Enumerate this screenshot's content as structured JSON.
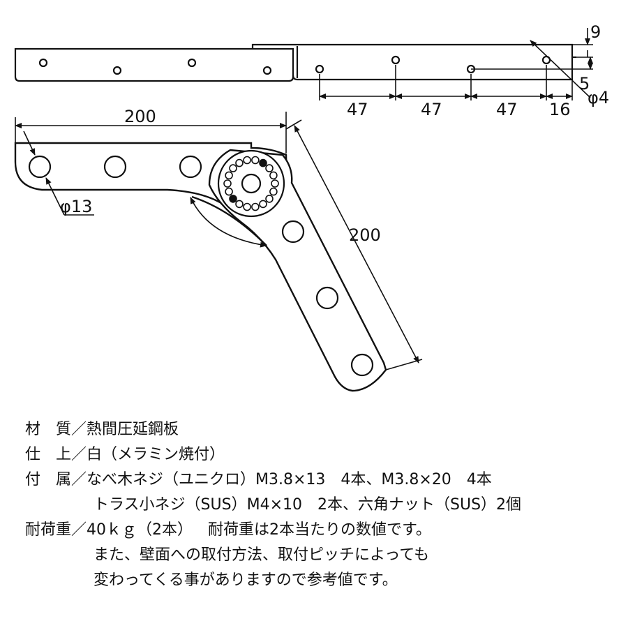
{
  "dimensions": {
    "flat_top_thickness": "9",
    "flat_hole_offset": "5",
    "hole_spacing_1": "47",
    "hole_spacing_2": "47",
    "hole_spacing_3": "47",
    "end_offset": "16",
    "small_hole_dia": "φ4",
    "horizontal_arm_length": "200",
    "angled_arm_length": "200",
    "large_hole_dia": "φ13"
  },
  "specs": {
    "material_label": "材　質／",
    "material_value": "熱間圧延鋼板",
    "finish_label": "仕　上／",
    "finish_value": "白（メラミン焼付）",
    "accessories_label": "付　属／",
    "accessories_line1": "なべ木ネジ（ユニクロ）M3.8×13　4本、M3.8×20　4本",
    "accessories_line2": "トラス小ネジ（SUS）M4×10　2本、六角ナット（SUS）2個",
    "load_label": "耐荷重／",
    "load_value": "40ｋｇ（2本）",
    "load_note1": "耐荷重は2本当たりの数値です。",
    "load_note2": "また、壁面への取付方法、取付ピッチによっても",
    "load_note3": "変わってくる事がありますので参考値です。"
  }
}
